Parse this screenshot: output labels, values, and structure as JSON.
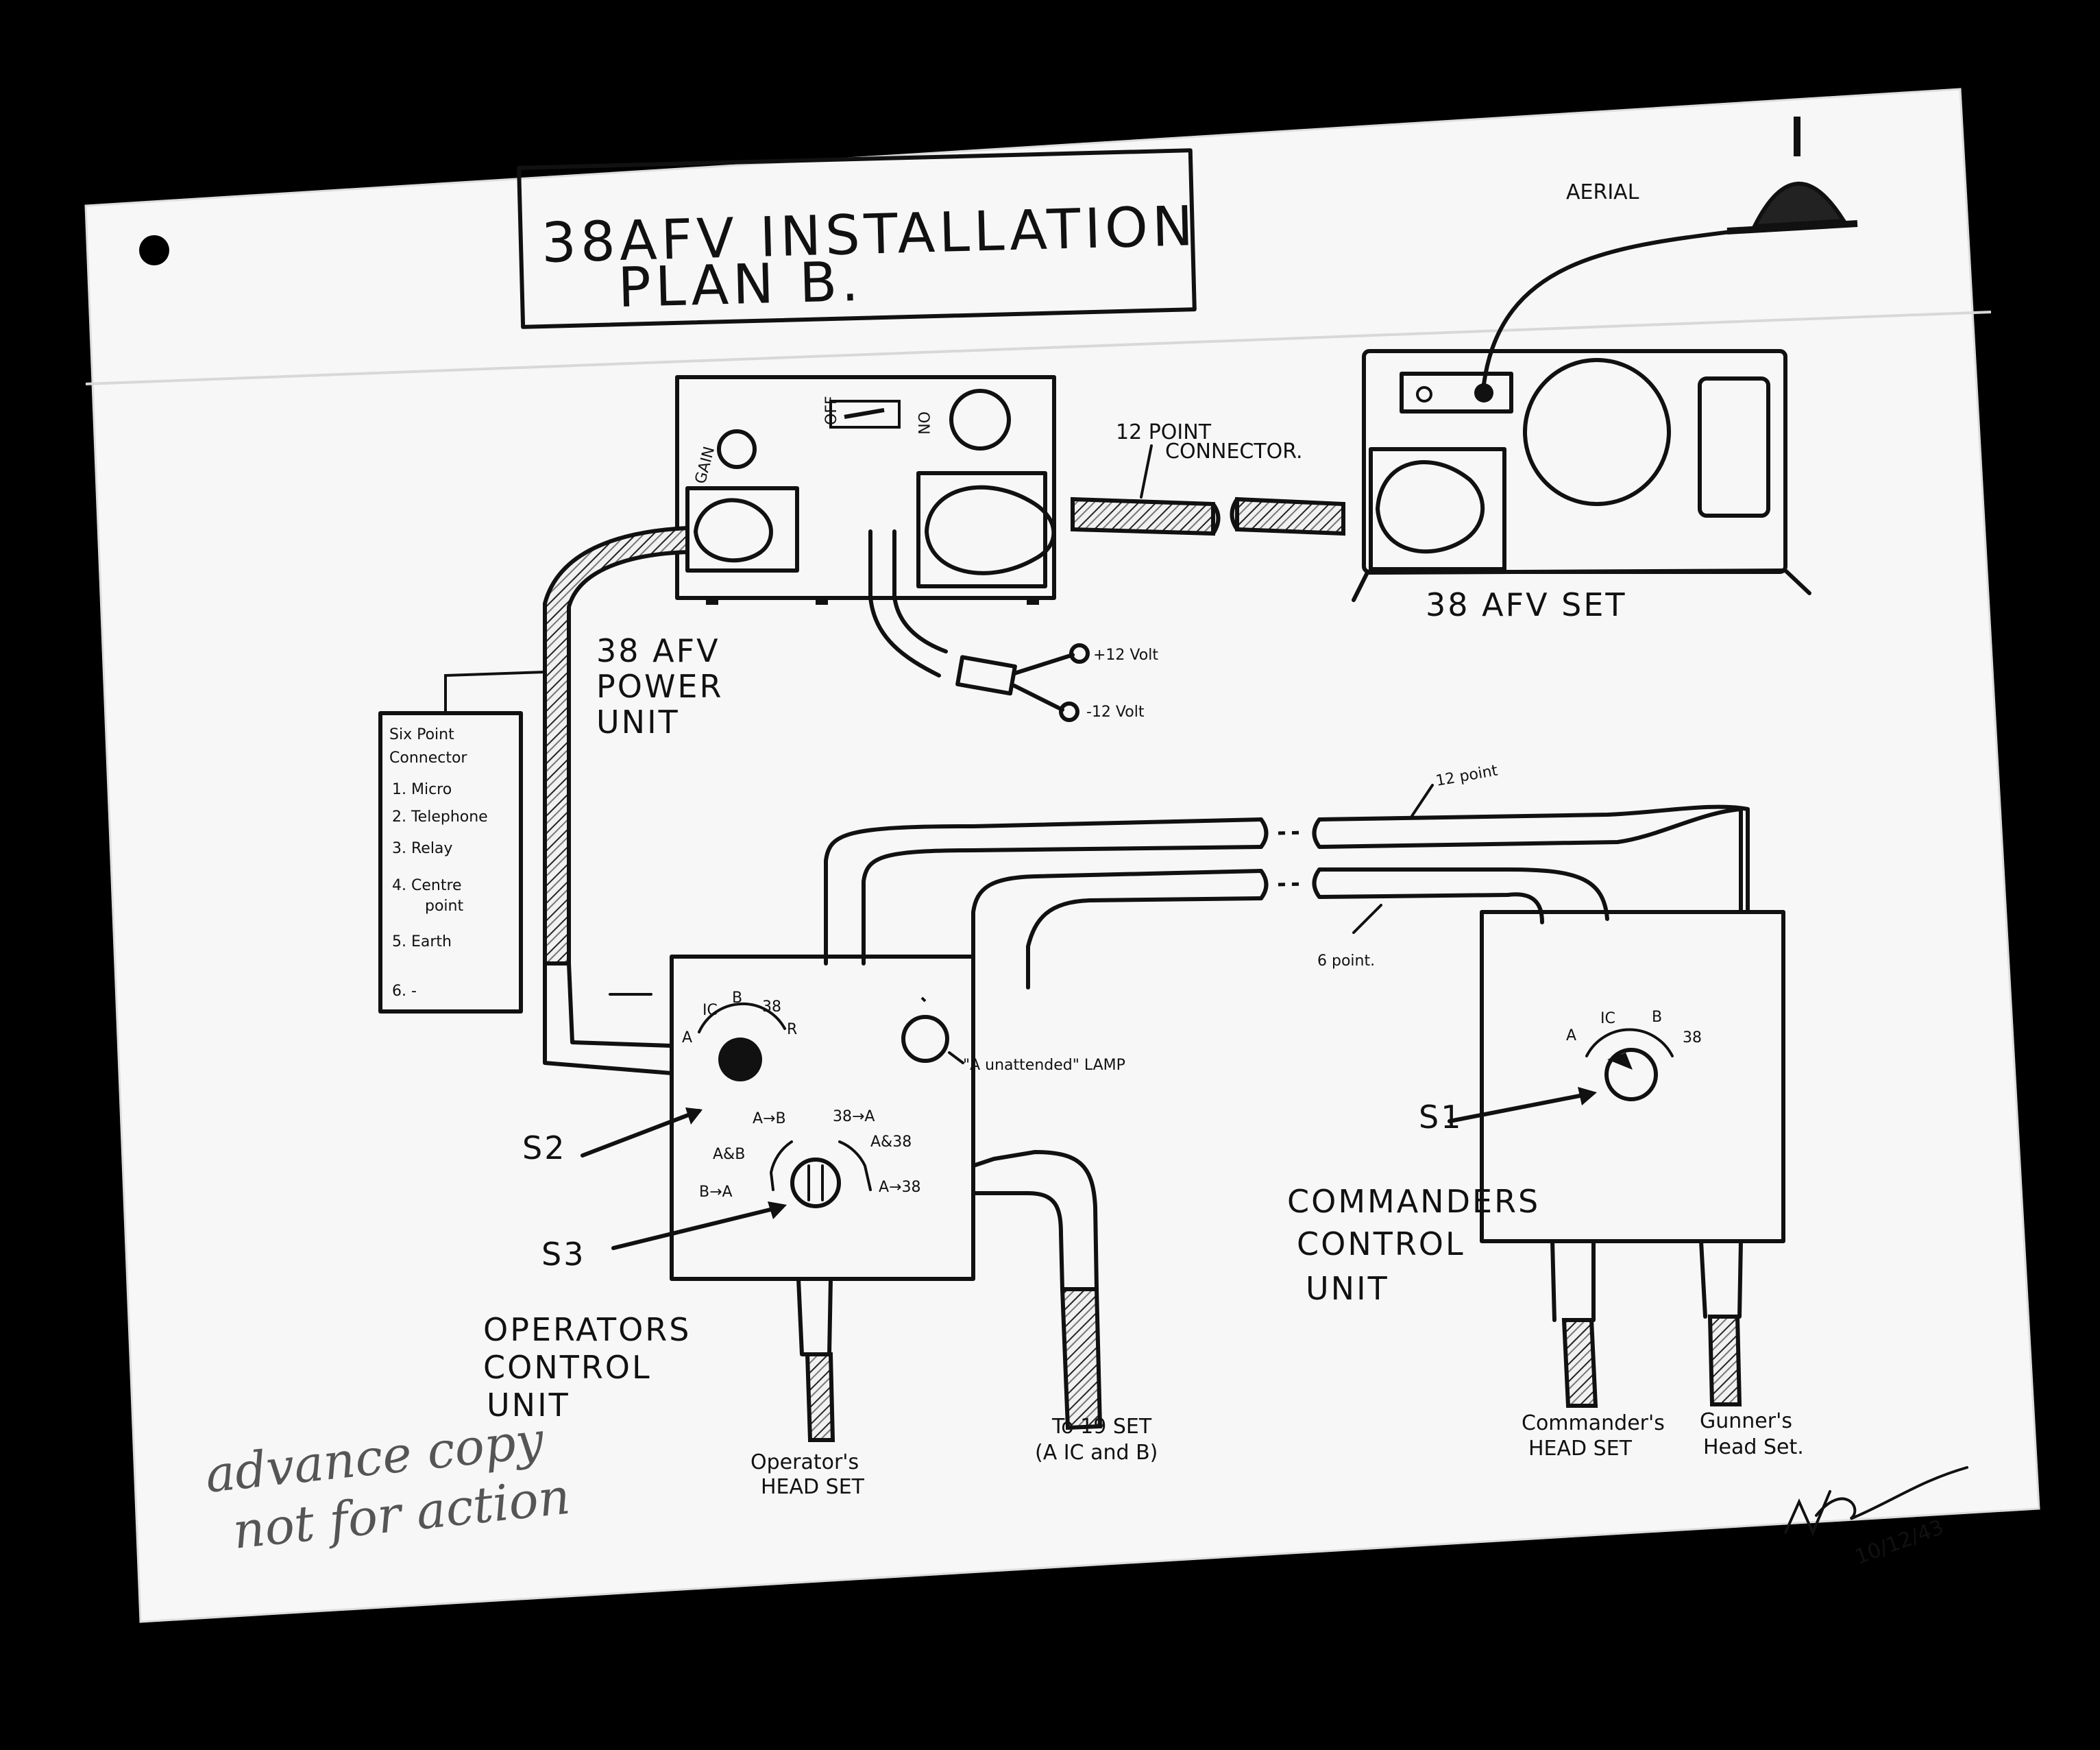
{
  "title": {
    "line1": "38AFV INSTALLATION",
    "line2": "PLAN B."
  },
  "aerial": {
    "label": "AERIAL"
  },
  "set": {
    "label": "38 AFV SET"
  },
  "power_unit": {
    "label_lines": [
      "38 AFV",
      "POWER",
      "UNIT"
    ],
    "gain_label": "GAIN",
    "switch_off": "OFF",
    "switch_on": "ON"
  },
  "connector_12": {
    "label_lines": [
      "12 POINT",
      "CONNECTOR."
    ]
  },
  "battery": {
    "plus_label": "+12 Volt",
    "minus_label": "-12 Volt"
  },
  "six_point": {
    "heading_lines": [
      "Six Point",
      "Connector"
    ],
    "items": [
      "1. Micro",
      "2. Telephone",
      "3. Relay",
      "4. Centre",
      "point",
      "5. Earth",
      "6. -"
    ]
  },
  "cables": {
    "twelve_point": "12 point",
    "six_point": "6 point."
  },
  "operators_unit": {
    "label_lines": [
      "OPERATORS",
      "CONTROL",
      "UNIT"
    ],
    "s2_label": "S2",
    "s3_label": "S3",
    "s2_positions": [
      "A",
      "IC",
      "B",
      "38",
      "R"
    ],
    "s3_positions": [
      "A→B",
      "38→A",
      "A&B",
      "A&38",
      "B→A",
      "A→38"
    ],
    "lamp_label": "\"A unattended\" LAMP"
  },
  "commanders_unit": {
    "label_lines": [
      "COMMANDERS",
      "CONTROL",
      "UNIT"
    ],
    "s1_label": "S1",
    "s1_positions": [
      "A",
      "IC",
      "B",
      "38"
    ]
  },
  "headsets": {
    "operator_lines": [
      "Operator's",
      "HEAD SET"
    ],
    "to_19_lines": [
      "To 19 SET",
      "(A IC and B)"
    ],
    "commander_lines": [
      "Commander's",
      "HEAD SET"
    ],
    "gunner_lines": [
      "Gunner's",
      "Head Set."
    ]
  },
  "annotation": {
    "lines": [
      "advance copy",
      "not for action"
    ]
  },
  "signature": {
    "date": "10/12/43"
  }
}
